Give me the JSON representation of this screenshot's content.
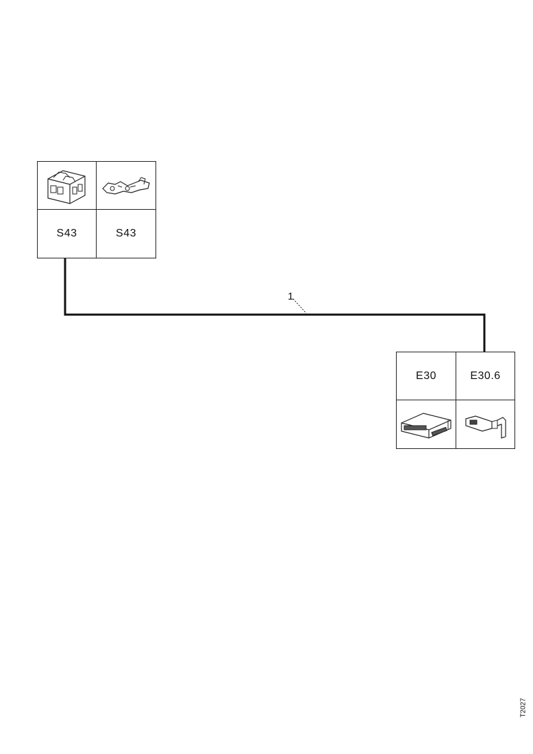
{
  "connectors": {
    "left": {
      "label_a": "S43",
      "label_b": "S43",
      "icon_a": "connector-housing-icon",
      "icon_b": "terminal-clip-icon"
    },
    "right": {
      "label_a": "E30",
      "label_b": "E30.6",
      "icon_a": "control-unit-icon",
      "icon_b": "bracket-terminal-icon"
    }
  },
  "wire": {
    "callout": "1"
  },
  "document_id": "T2027"
}
